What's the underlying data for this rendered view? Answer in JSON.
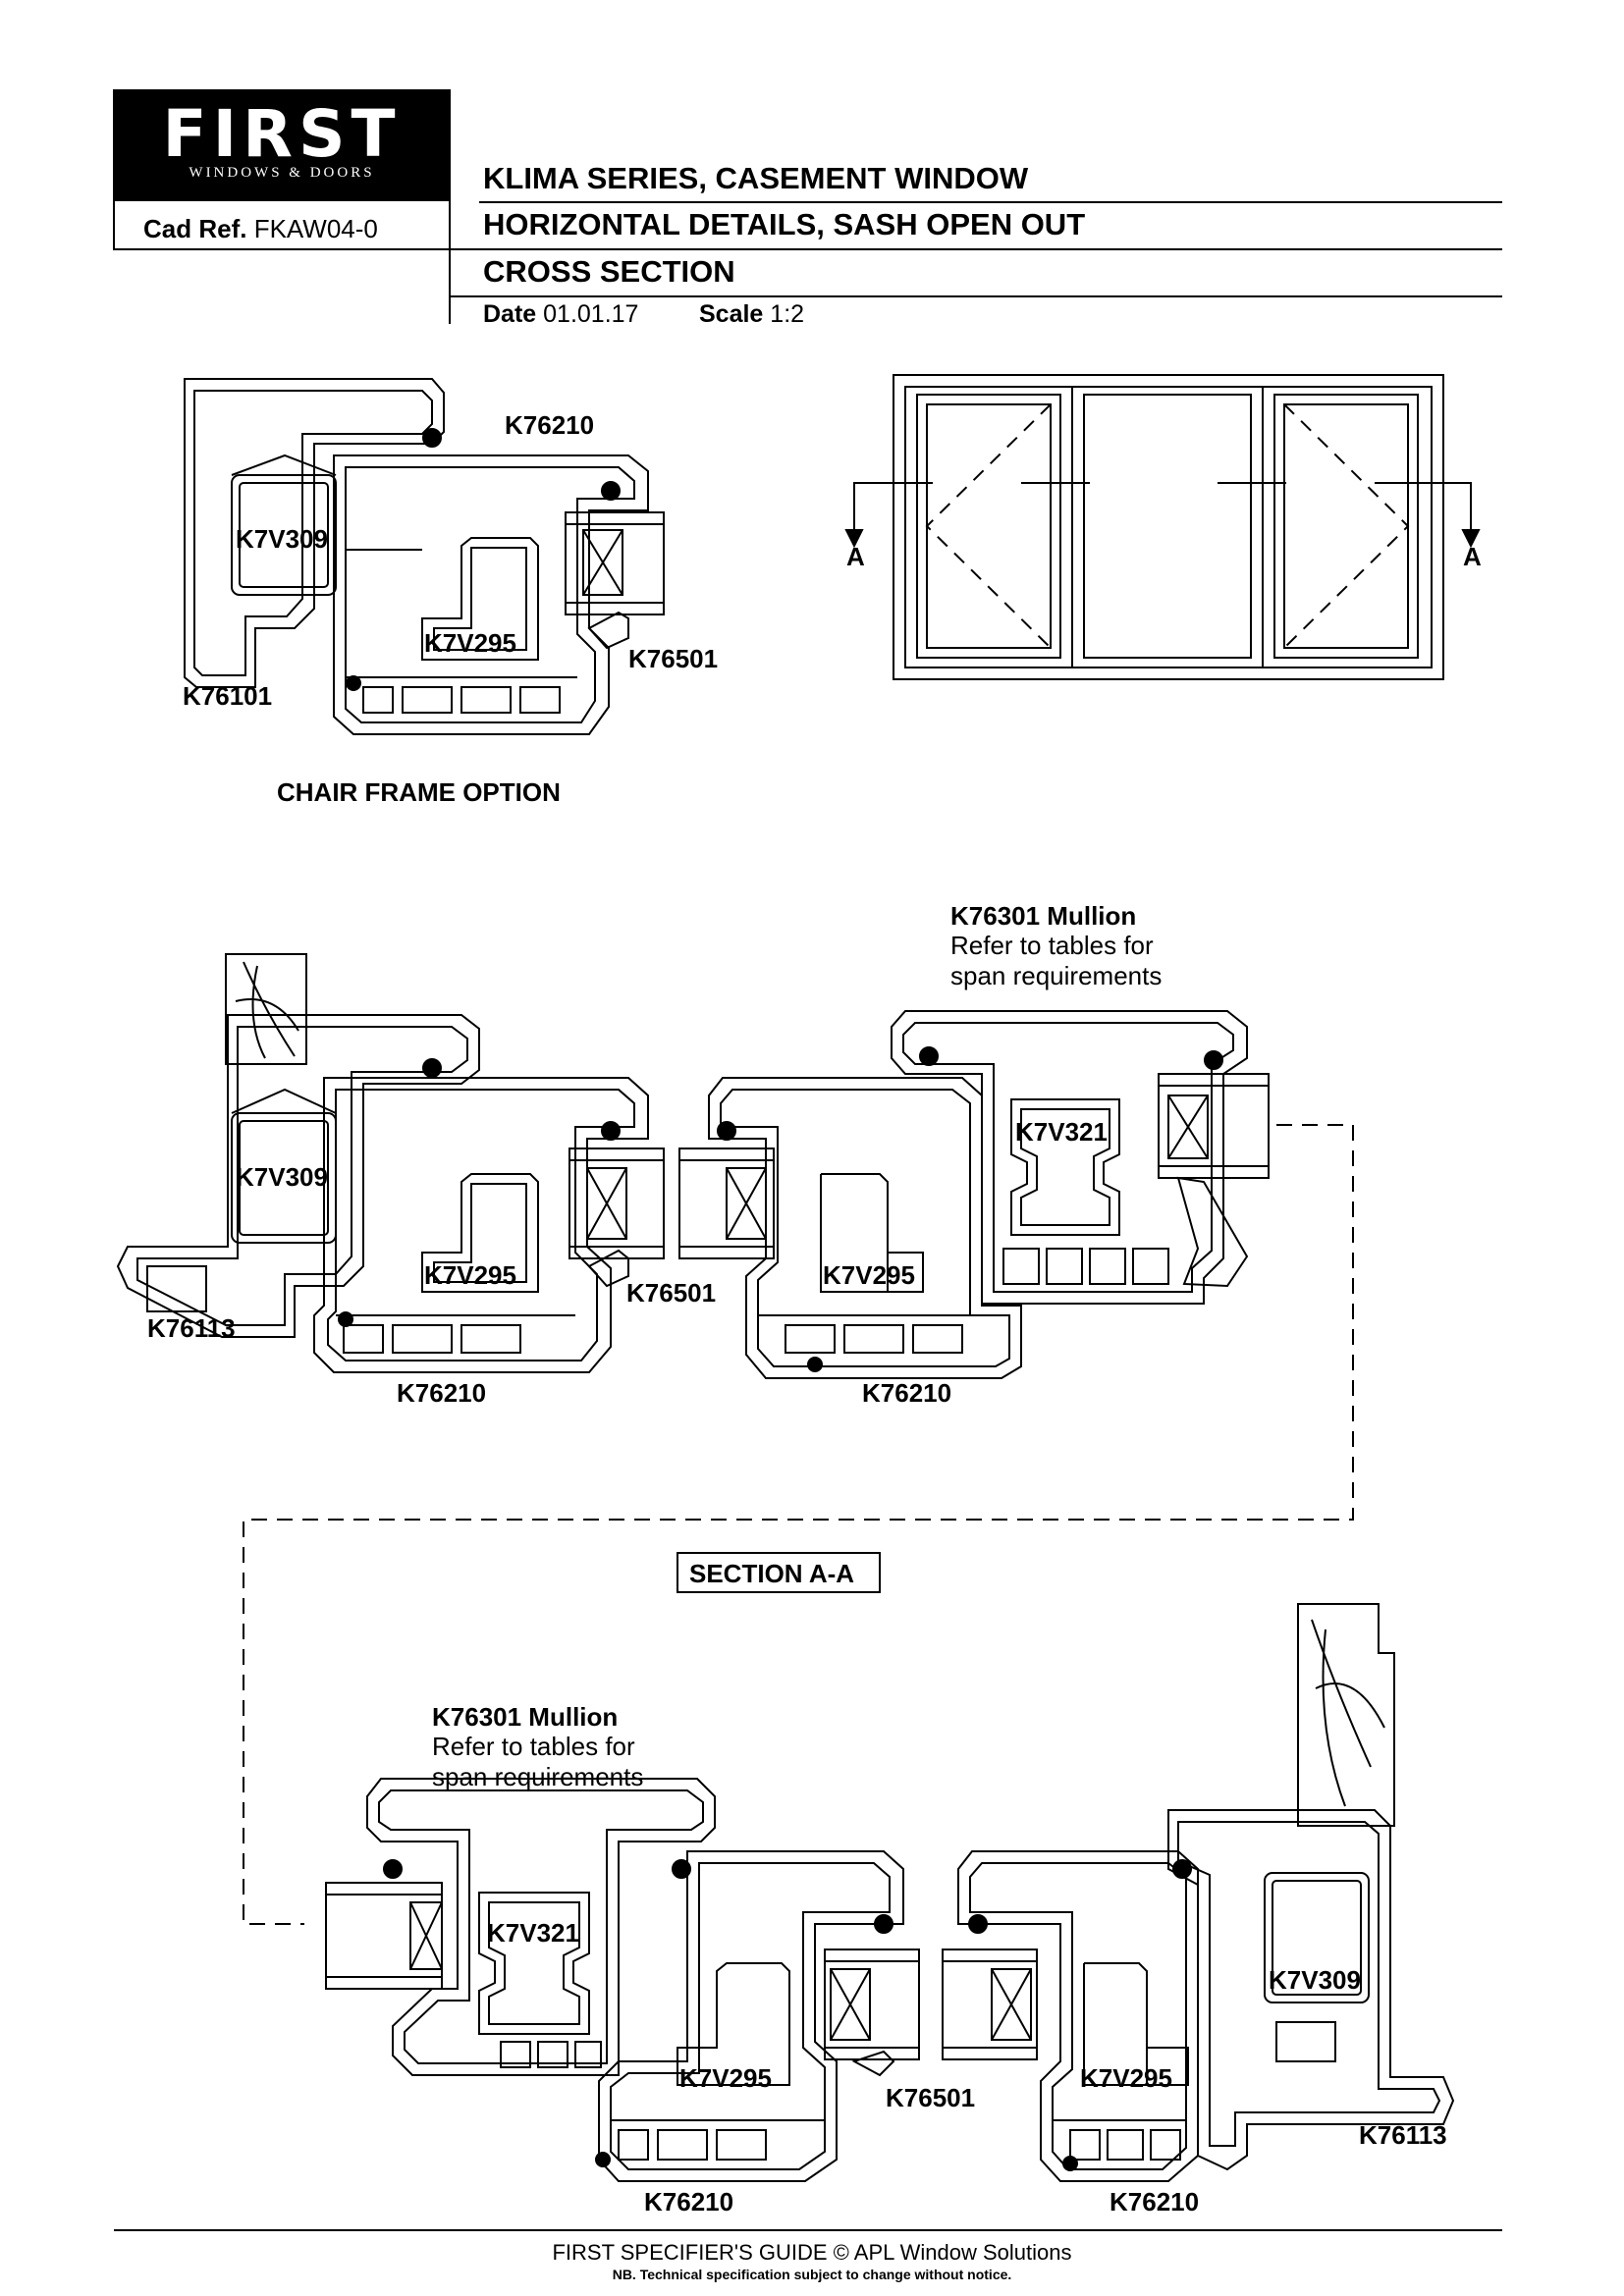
{
  "header": {
    "logo_word": "FIRST",
    "logo_subtitle": "WINDOWS & DOORS",
    "cad_ref_label": "Cad Ref.",
    "cad_ref_value": "FKAW04-0",
    "title_line1": "KLIMA SERIES, CASEMENT WINDOW",
    "title_line2": "HORIZONTAL DETAILS, SASH OPEN OUT",
    "title_line3": "CROSS SECTION",
    "date_label": "Date",
    "date_value": "01.01.17",
    "scale_label": "Scale",
    "scale_value": "1:2"
  },
  "chair_frame": {
    "caption": "CHAIR FRAME OPTION",
    "labels": {
      "sash": "K76210",
      "reinforcement_frame": "K7V309",
      "reinforcement_sash": "K7V295",
      "bead": "K76501",
      "frame": "K76101"
    }
  },
  "elevation": {
    "section_marker_left": "A",
    "section_marker_right": "A"
  },
  "section_top": {
    "reinforcement_left": "K7V309",
    "reinforcement_sash_left": "K7V295",
    "bead": "K76501",
    "frame": "K76113",
    "sash_left": "K76210",
    "reinforcement_sash_right": "K7V295",
    "sash_right": "K76210",
    "mullion_reinforcement": "K7V321",
    "mullion_title": "K76301 Mullion",
    "mullion_note_line1": "Refer to tables for",
    "mullion_note_line2": "span requirements"
  },
  "section_label": "SECTION A-A",
  "section_bottom": {
    "mullion_title": "K76301 Mullion",
    "mullion_note_line1": "Refer to tables for",
    "mullion_note_line2": "span requirements",
    "mullion_reinforcement": "K7V321",
    "reinforcement_sash_left": "K7V295",
    "bead": "K76501",
    "reinforcement_sash_right": "K7V295",
    "reinforcement_frame": "K7V309",
    "frame": "K76113",
    "sash_left": "K76210",
    "sash_right": "K76210"
  },
  "footer": {
    "line1": "FIRST SPECIFIER'S GUIDE  © APL Window Solutions",
    "line2": "NB. Technical specification subject to change without notice."
  },
  "colors": {
    "line": "#000000",
    "profile_fill": "#ffffff"
  }
}
